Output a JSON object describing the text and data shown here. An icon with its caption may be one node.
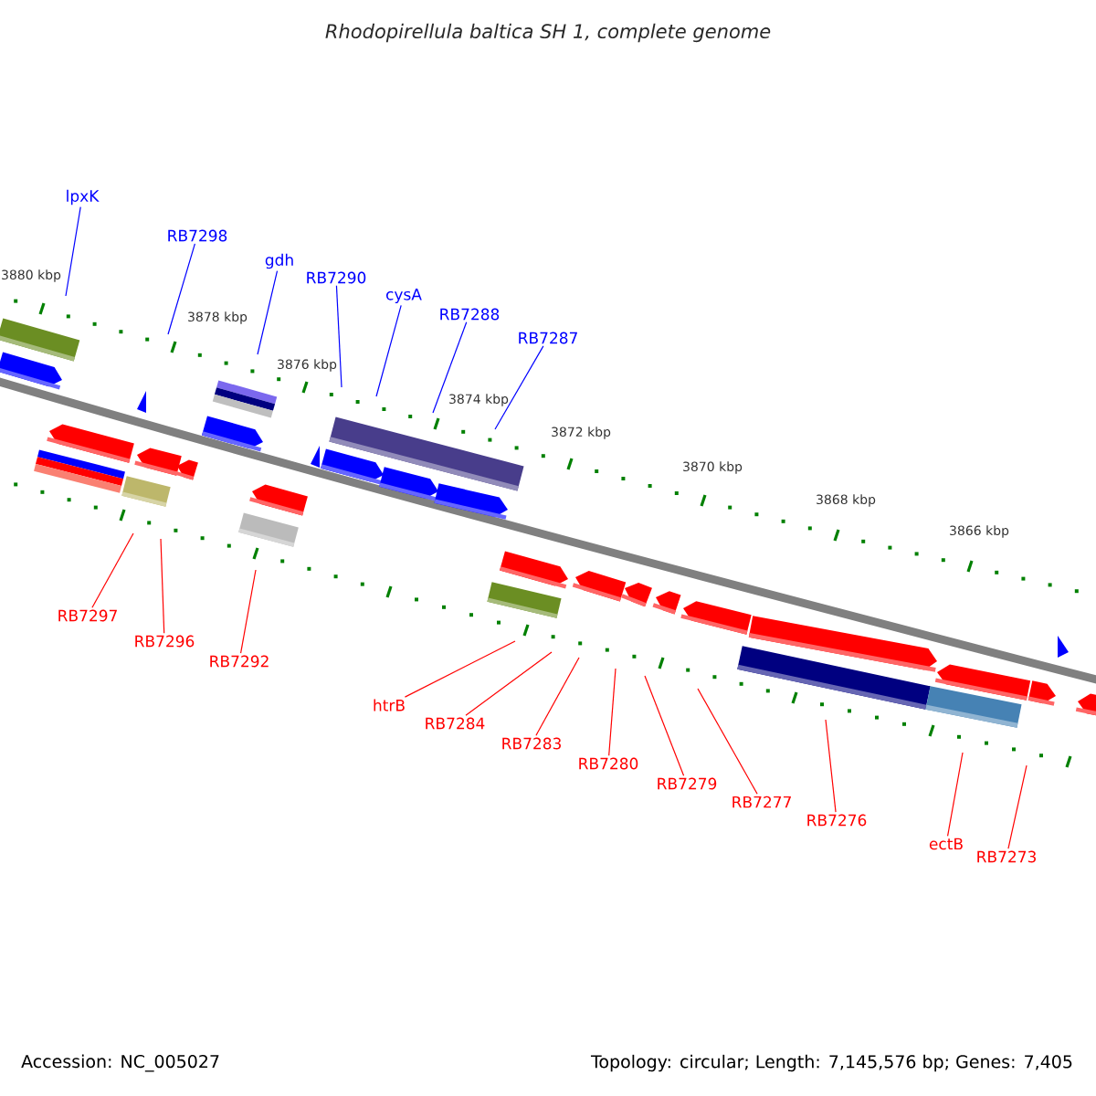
{
  "diagram": {
    "title": "Rhodopirellula baltica SH 1, complete genome",
    "nodes": [
      {
        "text": [
          "lpxK"
        ]
      },
      {
        "text": [
          "RB7298"
        ]
      },
      {
        "text": [
          "gdh"
        ]
      },
      {
        "text": [
          "RB7290"
        ]
      },
      {
        "text": [
          "cysA"
        ]
      },
      {
        "text": [
          "RB7288"
        ]
      },
      {
        "text": [
          "RB7287"
        ]
      },
      {
        "text": [
          "RB7297"
        ]
      },
      {
        "text": [
          "RB7296"
        ]
      },
      {
        "text": [
          "RB7292"
        ]
      },
      {
        "text": [
          "htrB"
        ]
      },
      {
        "text": [
          "RB7284"
        ]
      },
      {
        "text": [
          "RB7283"
        ]
      },
      {
        "text": [
          "RB7280"
        ]
      },
      {
        "text": [
          "RB7279"
        ]
      },
      {
        "text": [
          "RB7277"
        ]
      },
      {
        "text": [
          "RB7276"
        ]
      },
      {
        "text": [
          "ectB"
        ]
      },
      {
        "text": [
          "RB7273"
        ]
      }
    ],
    "edges": [
      {
        "from": 0,
        "to": null,
        "arrow": "none",
        "color": "#0000ff"
      },
      {
        "from": 1,
        "to": null,
        "arrow": "none",
        "color": "#0000ff"
      },
      {
        "from": 2,
        "to": null,
        "arrow": "none",
        "color": "#0000ff"
      },
      {
        "from": 3,
        "to": null,
        "arrow": "none",
        "color": "#0000ff"
      },
      {
        "from": 4,
        "to": null,
        "arrow": "none",
        "color": "#0000ff"
      },
      {
        "from": 5,
        "to": null,
        "arrow": "none",
        "color": "#0000ff"
      },
      {
        "from": 6,
        "to": null,
        "arrow": "none",
        "color": "#0000ff"
      },
      {
        "from": 7,
        "to": null,
        "arrow": "none"
      },
      {
        "from": 8,
        "to": null,
        "arrow": "none"
      },
      {
        "from": 9,
        "to": null,
        "arrow": "none"
      },
      {
        "from": 10,
        "to": null,
        "arrow": "none"
      },
      {
        "from": 11,
        "to": null,
        "arrow": "none"
      },
      {
        "from": 12,
        "to": null,
        "arrow": "none"
      },
      {
        "from": 13,
        "to": null,
        "arrow": "none"
      },
      {
        "from": 14,
        "to": null,
        "arrow": "none"
      },
      {
        "from": 15,
        "to": null,
        "arrow": "none"
      },
      {
        "from": 16,
        "to": null,
        "arrow": "none"
      },
      {
        "from": 17,
        "to": null,
        "arrow": "none"
      },
      {
        "from": 18,
        "to": null,
        "arrow": "none"
      }
    ],
    "labels": [
      "3880 kbp",
      "3878 kbp",
      "3876 kbp",
      "3874 kbp",
      "3872 kbp",
      "3870 kbp",
      "3868 kbp",
      "3866 kbp",
      "Accession: NC_005027",
      "Topology: circular; Length: 7,145,576 bp; Genes: 7,405"
    ]
  }
}
